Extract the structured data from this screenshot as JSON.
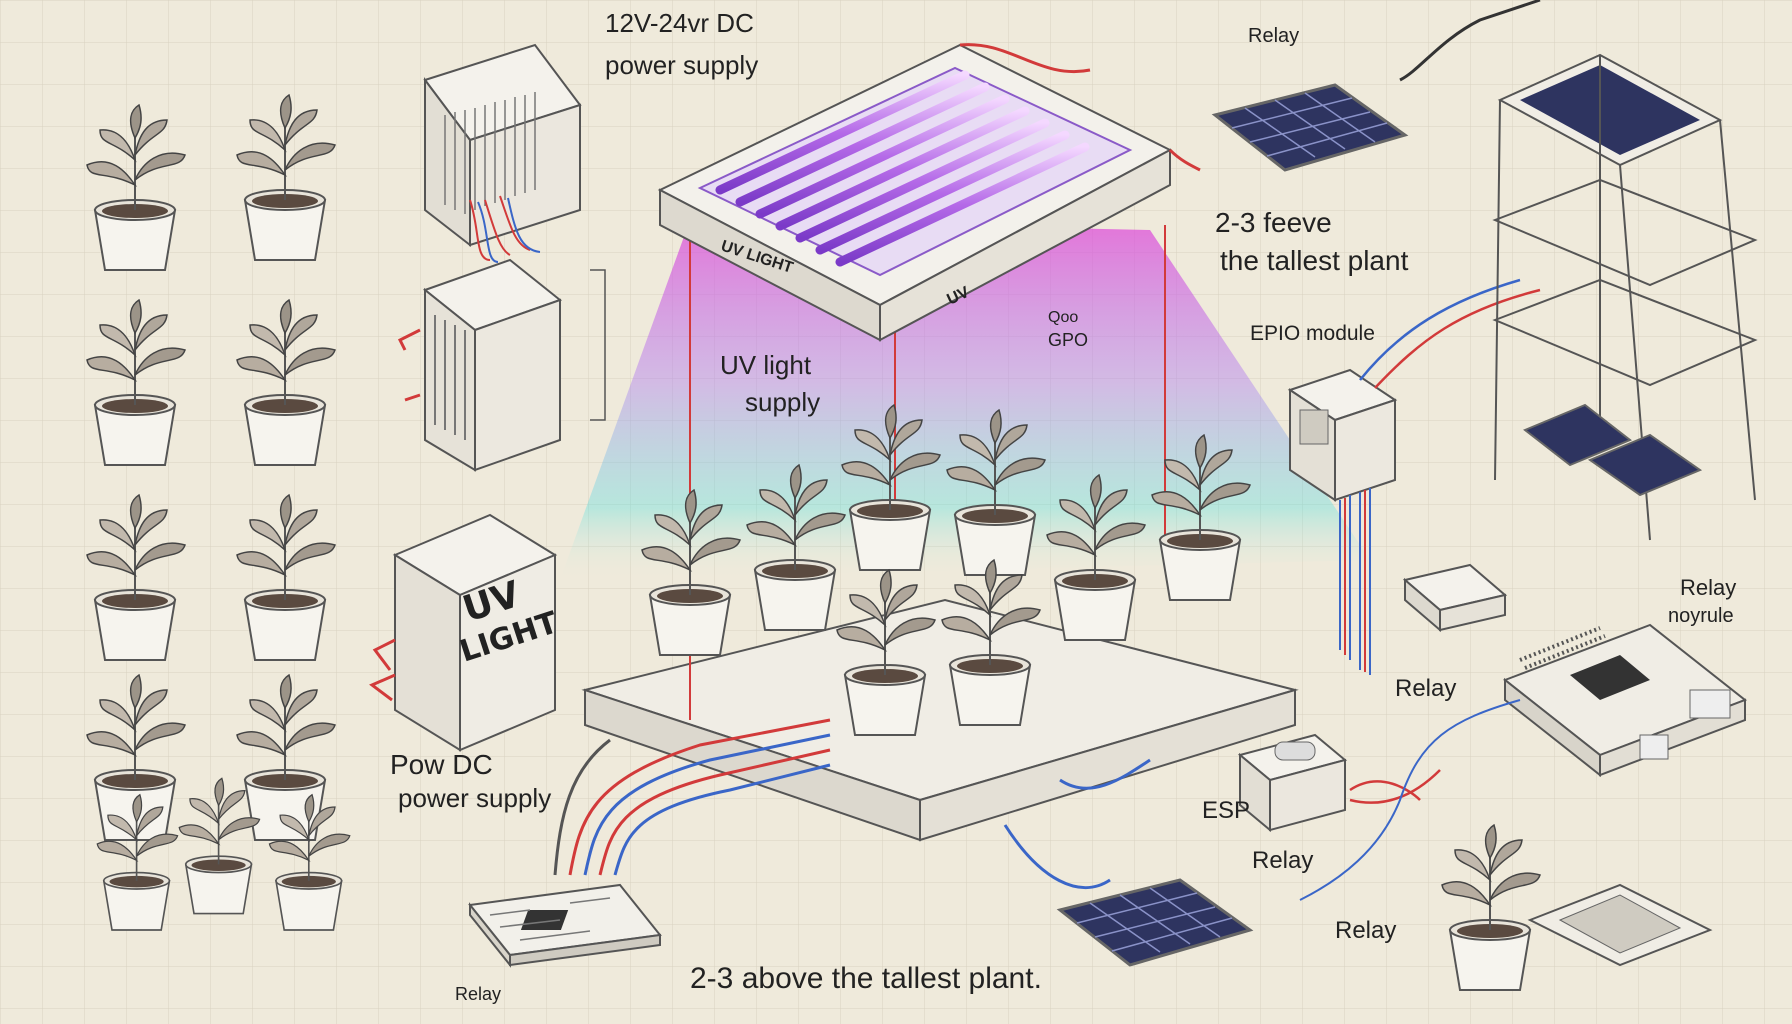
{
  "labels": {
    "top_supply_line1": "12V-24vr DC",
    "top_supply_line2": "power supply",
    "relay_top": "Relay",
    "height_top_line1": "2-3 feeve",
    "height_top_line2": "the tallest plant",
    "epio_module": "EPIO module",
    "panel_uv": "UV LIGHT",
    "panel_uv_side": "UV",
    "gpio": "GPO",
    "gpio_small": "Qoo",
    "uv_supply_line1": "UV light",
    "uv_supply_line2": "supply",
    "uv_box_line1": "UV",
    "uv_box_line2": "LIGHT",
    "power_dc_line1": "Pow      DC",
    "power_dc_line2": "power supply",
    "relay_right_line1": "Relay",
    "relay_right_line2": "noyrule",
    "relay_mid": "Relay",
    "esp": "ESP",
    "relay_lower": "Relay",
    "relay_bottom_right": "Relay",
    "height_bottom": "2-3 above the tallest plant.",
    "relay_bottom_left": "Relay"
  },
  "colors": {
    "paper": "#efeadb",
    "grid": "#d8d2c0",
    "ink": "#3a3a3a",
    "uv_glow": "#c070e0",
    "wire_red": "#d23a3a",
    "wire_blue": "#3a66c8",
    "solar": "#2e3460"
  },
  "icons": {
    "plant": "potted-plant-icon",
    "solar": "solar-panel-icon",
    "board": "circuit-board-icon",
    "relay": "relay-module-icon"
  }
}
